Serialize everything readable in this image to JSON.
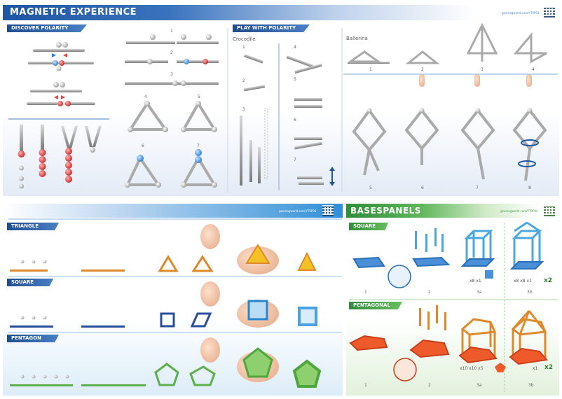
{
  "top": {
    "title": "MAGNETIC EXPERIENCE",
    "url": "geomagworld.com/YT0P91",
    "discover_label": "DISCOVER POLARITY",
    "discover_numbers": [
      "1",
      "2",
      "3",
      "4",
      "5",
      "6",
      "7"
    ],
    "play_label": "PLAY WITH POLARITY",
    "crocodile_title": "Crocodile",
    "crocodile_numbers": [
      "1",
      "2",
      "3",
      "4",
      "5",
      "6",
      "7"
    ],
    "ballerina_title": "Ballerina",
    "ballerina_numbers": [
      "1",
      "2",
      "3",
      "4",
      "5",
      "6",
      "7",
      "8"
    ]
  },
  "bottom_left": {
    "url": "geomagworld.com/YT0P93",
    "triangle_label": "TRIANGLE",
    "square_label": "SQUARE",
    "pentagon_label": "PENTAGON"
  },
  "bottom_right": {
    "title": "BASESPANELS",
    "url": "geomagworld.com/YT0P94",
    "square_label": "SQUARE",
    "pentagonal_label": "PENTAGONAL",
    "square_numbers": [
      "1",
      "2",
      "3a",
      "3b"
    ],
    "pentagonal_numbers": [
      "1",
      "2",
      "3a",
      "3b"
    ],
    "square_mult_a": "x8 x1",
    "square_mult_b": "x8 x8 x1",
    "square_x2": "x2",
    "pent_mult_a": "x10 x10 x5",
    "pent_mult_b": "x1",
    "pent_x2": "x2"
  },
  "colors": {
    "blue_header": "#1f56a3",
    "green_header": "#3a9a3e",
    "orange": "#e0892a",
    "navy": "#2a4f9a",
    "green_rod": "#5cb04c",
    "red_magnet": "#e04848"
  }
}
